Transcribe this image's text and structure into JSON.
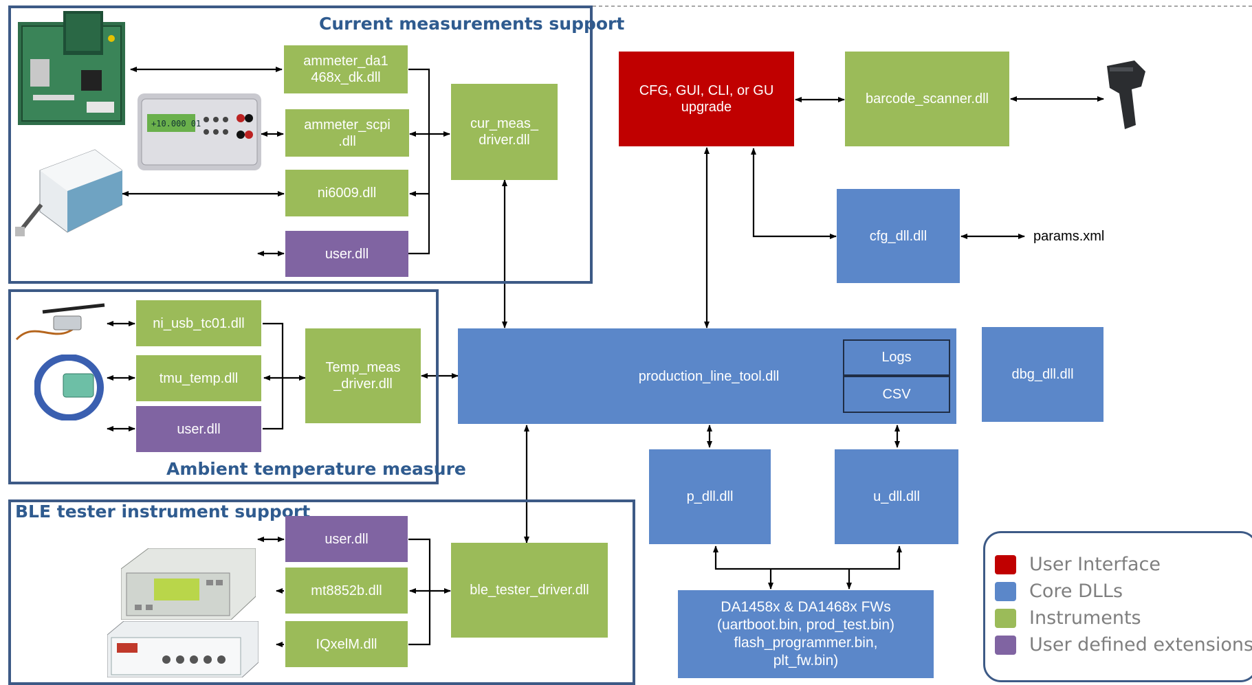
{
  "groups": {
    "current": "Current measurements support",
    "ambient": "Ambient temperature measure",
    "ble": "BLE tester instrument support"
  },
  "boxes": {
    "ammeter_da": "ammeter_da1\n468x_dk.dll",
    "ammeter_scpi": "ammeter_scpi\n.dll",
    "ni6009": "ni6009.dll",
    "user_cur": "user.dll",
    "cur_meas": "cur_meas_\ndriver.dll",
    "cfg_gui": "CFG, GUI, CLI, or GU\nupgrade",
    "barcode": "barcode_scanner.dll",
    "cfg_dll": "cfg_dll.dll",
    "params": "params.xml",
    "ni_usb": "ni_usb_tc01.dll",
    "tmu": "tmu_temp.dll",
    "user_temp": "user.dll",
    "temp_meas": "Temp_meas\n_driver.dll",
    "plt": "production_line_tool.dll",
    "logs": "Logs",
    "csv": "CSV",
    "dbg": "dbg_dll.dll",
    "p_dll": "p_dll.dll",
    "u_dll": "u_dll.dll",
    "user_ble": "user.dll",
    "mt8852b": "mt8852b.dll",
    "iqxel": "IQxelM.dll",
    "ble_driver": "ble_tester_driver.dll",
    "fws": "DA1458x & DA1468x FWs\n(uartboot.bin, prod_test.bin)\nflash_programmer.bin,\nplt_fw.bin)"
  },
  "legend": [
    {
      "label": "User Interface",
      "color": "#c00000"
    },
    {
      "label": "Core DLLs",
      "color": "#5b87c9"
    },
    {
      "label": "Instruments",
      "color": "#9bbb59"
    },
    {
      "label": "User defined extensions",
      "color": "#8064a2"
    }
  ],
  "colors": {
    "instrument": "#9bbb59",
    "core": "#5b87c9",
    "ui": "#c00000",
    "user": "#8064a2",
    "frame": "#3d5a86",
    "title": "#2f5b8f"
  }
}
